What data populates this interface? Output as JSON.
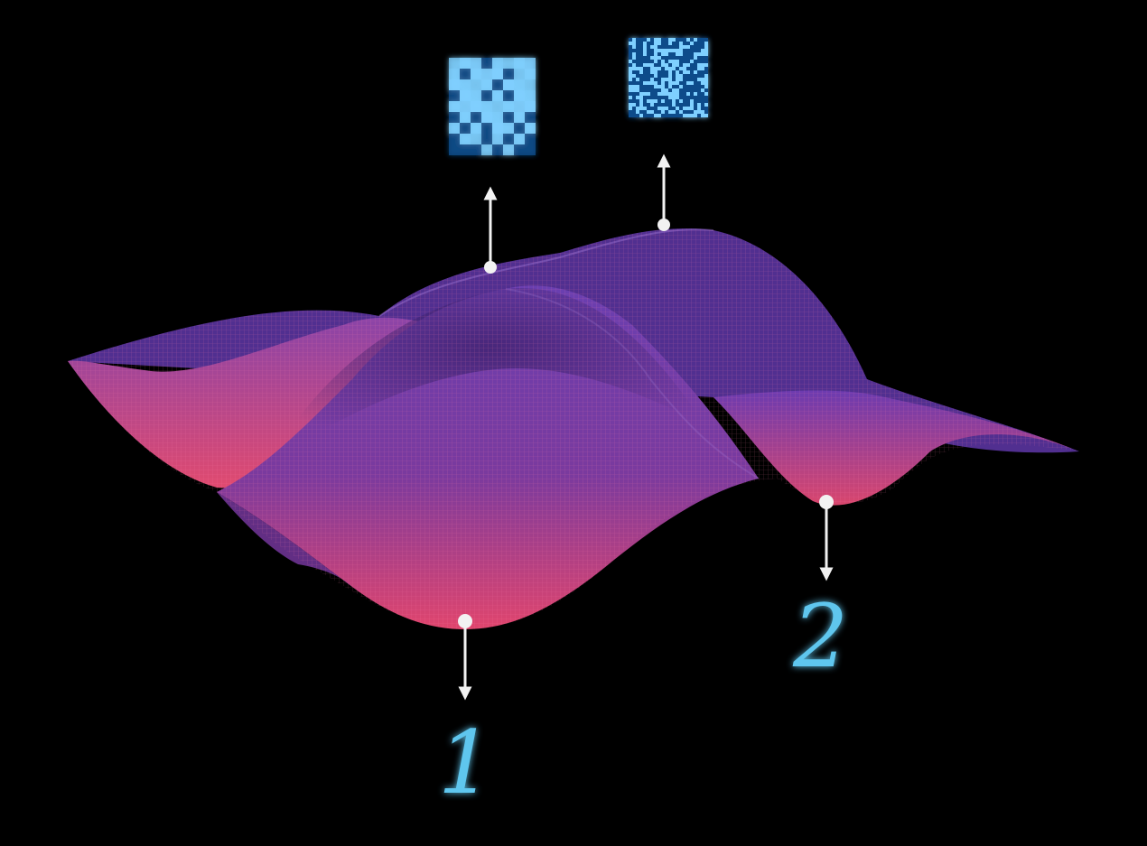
{
  "colors": {
    "background": "#000000",
    "surface_top": "#6a3fb0",
    "surface_mid": "#7a3a9e",
    "surface_bottom": "#e0456d",
    "mesh_line": "#ff7fa8",
    "arrow": "#f2f2f2",
    "digit": "#5fc6ee",
    "pixel_dark": "#0f4c8a",
    "pixel_light": "#7fd0ff"
  },
  "labels": {
    "minimum_1": "1",
    "minimum_2": "2"
  },
  "icons": {
    "digit_image": "pixelated-digit-image",
    "noise_image": "noise-image"
  },
  "digit_pattern": [
    "11101111",
    "10111011",
    "11110111",
    "01101011",
    "11111111",
    "01011010",
    "10101101",
    "01101010",
    "00010100"
  ]
}
